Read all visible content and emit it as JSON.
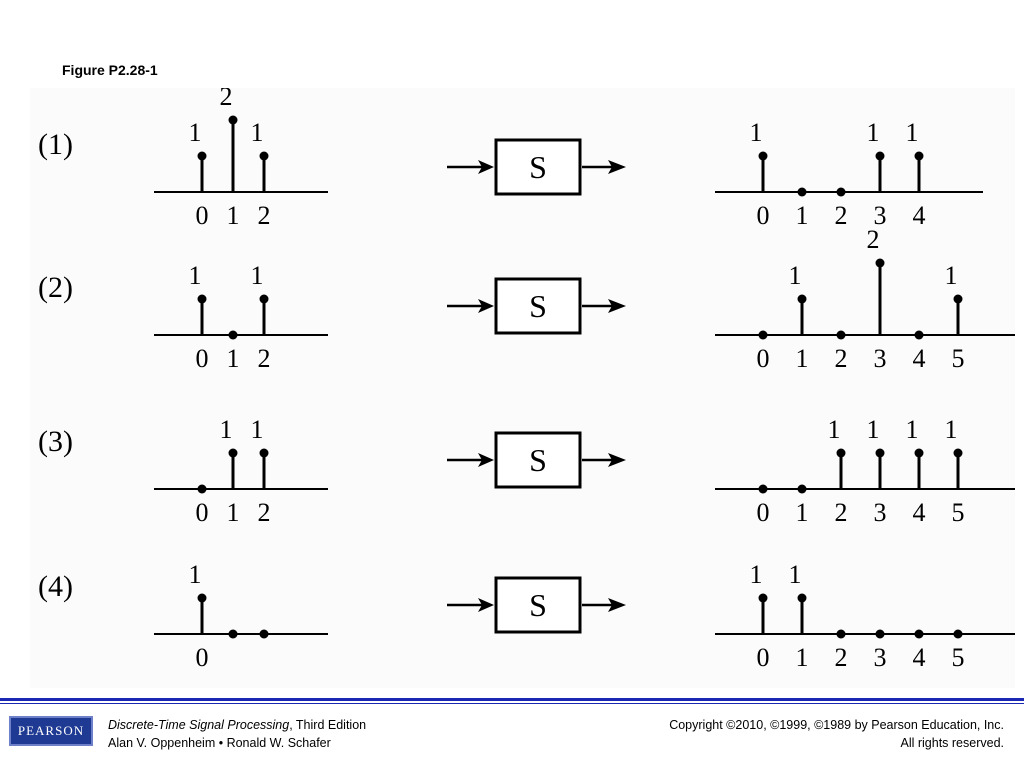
{
  "slide": {
    "title": "Figure P2.28-1"
  },
  "system": {
    "label": "S"
  },
  "rows": [
    {
      "label": "(1)",
      "input": {
        "samples": [
          {
            "n": "0",
            "value": 1,
            "label": "1"
          },
          {
            "n": "1",
            "value": 2,
            "label": "2"
          },
          {
            "n": "2",
            "value": 1,
            "label": "1"
          }
        ]
      },
      "output": {
        "samples": [
          {
            "n": "0",
            "value": 1,
            "label": "1"
          },
          {
            "n": "1",
            "value": 0,
            "label": ""
          },
          {
            "n": "2",
            "value": 0,
            "label": ""
          },
          {
            "n": "3",
            "value": 1,
            "label": "1"
          },
          {
            "n": "4",
            "value": 1,
            "label": "1"
          }
        ]
      }
    },
    {
      "label": "(2)",
      "input": {
        "samples": [
          {
            "n": "0",
            "value": 1,
            "label": "1"
          },
          {
            "n": "1",
            "value": 0,
            "label": ""
          },
          {
            "n": "2",
            "value": 1,
            "label": "1"
          }
        ]
      },
      "output": {
        "samples": [
          {
            "n": "0",
            "value": 0,
            "label": ""
          },
          {
            "n": "1",
            "value": 1,
            "label": "1"
          },
          {
            "n": "2",
            "value": 0,
            "label": ""
          },
          {
            "n": "3",
            "value": 2,
            "label": "2"
          },
          {
            "n": "4",
            "value": 0,
            "label": ""
          },
          {
            "n": "5",
            "value": 1,
            "label": "1"
          }
        ]
      }
    },
    {
      "label": "(3)",
      "input": {
        "samples": [
          {
            "n": "0",
            "value": 0,
            "label": ""
          },
          {
            "n": "1",
            "value": 1,
            "label": "1"
          },
          {
            "n": "2",
            "value": 1,
            "label": "1"
          }
        ]
      },
      "output": {
        "samples": [
          {
            "n": "0",
            "value": 0,
            "label": ""
          },
          {
            "n": "1",
            "value": 0,
            "label": ""
          },
          {
            "n": "2",
            "value": 1,
            "label": "1"
          },
          {
            "n": "3",
            "value": 1,
            "label": "1"
          },
          {
            "n": "4",
            "value": 1,
            "label": "1"
          },
          {
            "n": "5",
            "value": 1,
            "label": "1"
          }
        ]
      }
    },
    {
      "label": "(4)",
      "input": {
        "samples": [
          {
            "n": "0",
            "value": 1,
            "label": "1"
          },
          {
            "n": "",
            "value": 0,
            "label": ""
          },
          {
            "n": "",
            "value": 0,
            "label": ""
          }
        ]
      },
      "output": {
        "samples": [
          {
            "n": "0",
            "value": 1,
            "label": "1"
          },
          {
            "n": "1",
            "value": 1,
            "label": "1"
          },
          {
            "n": "2",
            "value": 0,
            "label": ""
          },
          {
            "n": "3",
            "value": 0,
            "label": ""
          },
          {
            "n": "4",
            "value": 0,
            "label": ""
          },
          {
            "n": "5",
            "value": 0,
            "label": ""
          }
        ]
      }
    }
  ],
  "footer": {
    "logo": "PEARSON",
    "book_title": "Discrete-Time Signal Processing",
    "edition": ", Third Edition",
    "authors": "Alan V. Oppenheim • Ronald W. Schafer",
    "copyright": "Copyright ©2010, ©1999, ©1989 by Pearson Education, Inc.",
    "rights": "All rights reserved."
  },
  "colors": {
    "footer_rule": "#1a28b4",
    "logo_bg": "#1f3a93"
  }
}
